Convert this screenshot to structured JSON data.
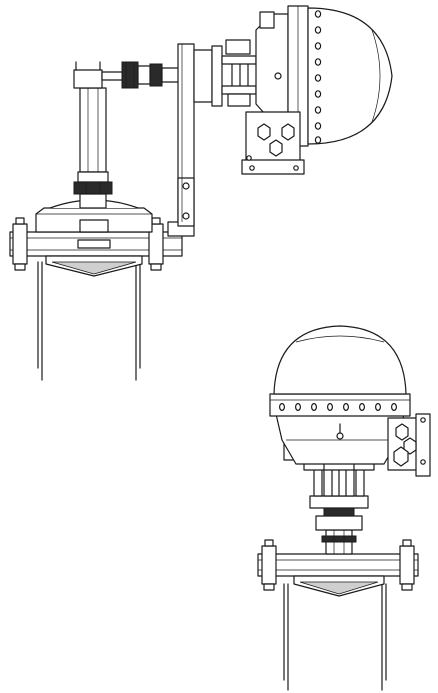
{
  "figure": {
    "views": [
      {
        "id": "side-mounted-actuator",
        "orientation": "side"
      },
      {
        "id": "top-mounted-actuator",
        "orientation": "top"
      }
    ],
    "colors": {
      "line": "#1a1a1a",
      "background": "#ffffff",
      "shade": "#cfcfcf"
    }
  }
}
